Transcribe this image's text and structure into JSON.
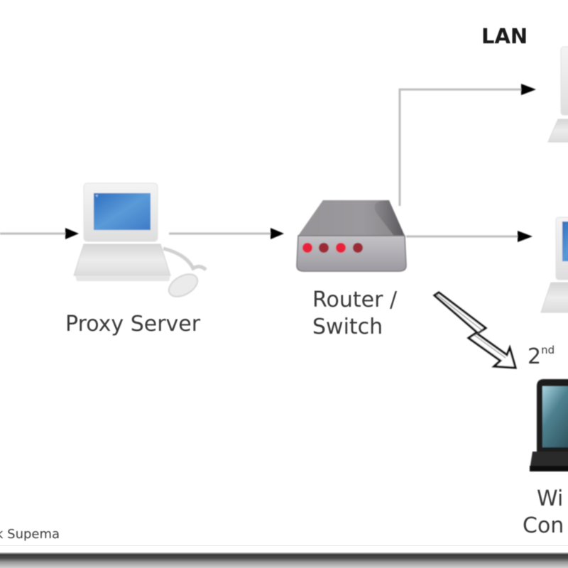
{
  "diagram": {
    "title": "Proxy server network diagram",
    "nodes": [
      {
        "id": "proxy",
        "label": "Proxy Server",
        "icon": "desktop-computer-icon"
      },
      {
        "id": "router",
        "label_line1": "Router /",
        "label_line2": "Switch",
        "icon": "router-icon"
      },
      {
        "id": "lan-pc-1",
        "label": "",
        "icon": "desktop-computer-icon"
      },
      {
        "id": "lan-pc-2",
        "label": "",
        "icon": "desktop-computer-icon"
      },
      {
        "id": "wireless",
        "label_line1": "Wi",
        "label_line2": "Con",
        "icon": "laptop-icon"
      }
    ],
    "group_label": "LAN",
    "wireless_link_label": {
      "base": "2",
      "superscript": "nd"
    },
    "edges": [
      {
        "from": "internet",
        "to": "proxy",
        "style": "arrow"
      },
      {
        "from": "proxy",
        "to": "router",
        "style": "arrow"
      },
      {
        "from": "router",
        "to": "lan-pc-1",
        "style": "elbow-arrow"
      },
      {
        "from": "router",
        "to": "lan-pc-2",
        "style": "arrow"
      },
      {
        "from": "router",
        "to": "wireless",
        "style": "lightning-arrow"
      }
    ],
    "credit": "k Supema",
    "colors": {
      "line": "#b8b8b8",
      "arrowhead": "#000000",
      "screen_blue": "#4a86c8",
      "router_body": "#a8a6ab",
      "router_led_on": "#e8203a",
      "router_led_dim": "#9a2a34",
      "laptop_body": "#1e1e1e",
      "laptop_screen": "#3b6672"
    }
  }
}
